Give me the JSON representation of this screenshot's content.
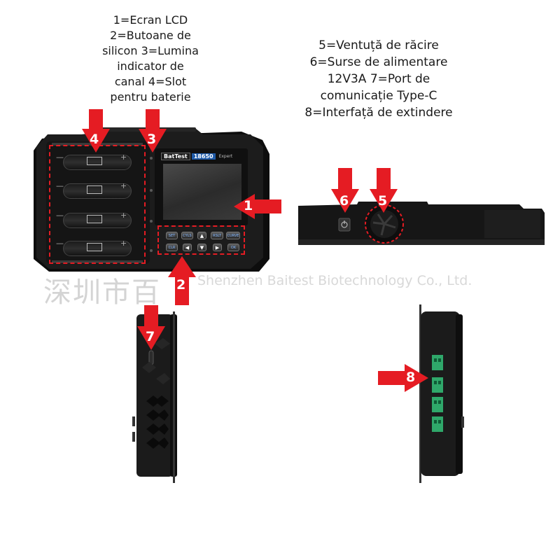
{
  "captions": {
    "left": [
      "1=Ecran LCD",
      "2=Butoane de",
      "silicon 3=Lumina",
      "indicator de",
      "canal 4=Slot",
      "pentru baterie"
    ],
    "right": [
      "5=Ventuță de răcire",
      "6=Surse de alimentare",
      "12V3A 7=Port de",
      "comunicație Type-C",
      "8=Interfață de extindere"
    ]
  },
  "watermark": {
    "chinese": "深圳市百",
    "english": "Shenzhen Baitest Biotechnology Co., Ltd."
  },
  "device_front": {
    "brand": "BatTest",
    "model": "18650",
    "edition": "Expert",
    "keys_row1": [
      "SET",
      "CYLS",
      "▲",
      "RSLT",
      "CURVE"
    ],
    "keys_row2": [
      "CLR",
      "◀",
      "▼",
      "▶",
      "OK"
    ],
    "battery_symbol_minus": "—",
    "battery_symbol_plus": "+",
    "slot_count": 4
  },
  "callouts": {
    "n1": "1",
    "n2": "2",
    "n3": "3",
    "n4": "4",
    "n5": "5",
    "n6": "6",
    "n7": "7",
    "n8": "8"
  },
  "colors": {
    "accent_red": "#e51c23",
    "device_body": "#1a1a1a",
    "terminal_green": "#2fa86a",
    "brand_blue": "#1e5aa8"
  },
  "icons": [
    "power-icon",
    "fan-grille-icon",
    "connector-icon"
  ]
}
